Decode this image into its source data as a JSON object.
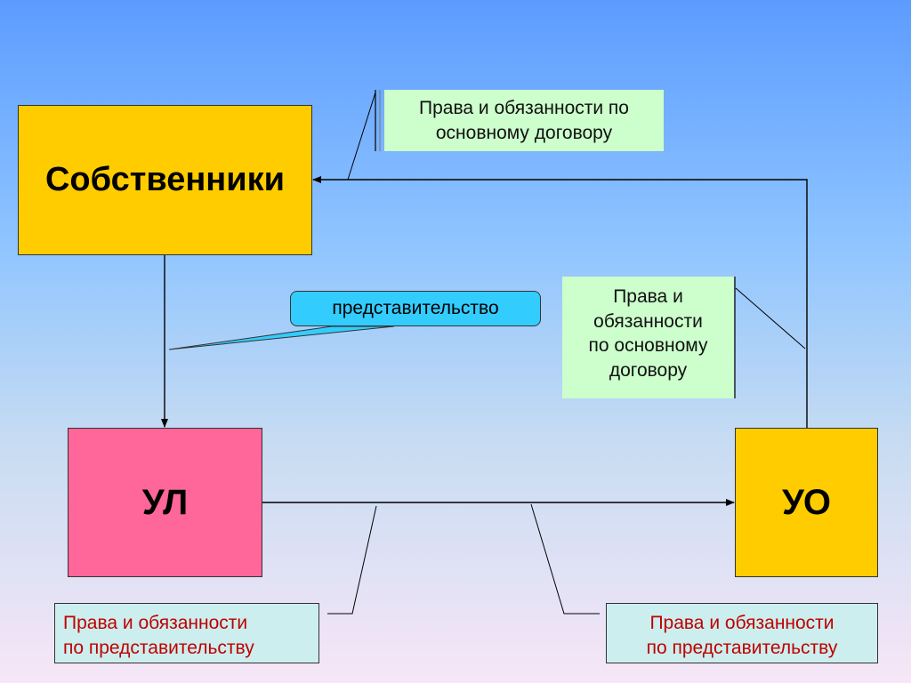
{
  "boxes": {
    "owners": "Собственники",
    "ul": "УЛ",
    "uo": "УО"
  },
  "notes": {
    "top_right": "Права и обязанности по основному договору",
    "middle_right_lines": [
      "Права и",
      "обязанности",
      "по основному",
      "договору"
    ],
    "representation": "представительство",
    "bottom_left_lines": [
      "Права и обязанности",
      "по представительству"
    ],
    "bottom_right_lines": [
      "Права и обязанности",
      "по представительству"
    ]
  },
  "colors": {
    "owners_fill": "#ffcc00",
    "ul_fill": "#ff6699",
    "uo_fill": "#ffcc00",
    "callout_green": "#ccffcc",
    "callout_blue": "#33ccff",
    "callout_teal": "#cceeee",
    "callout_red_text": "#c00000"
  }
}
